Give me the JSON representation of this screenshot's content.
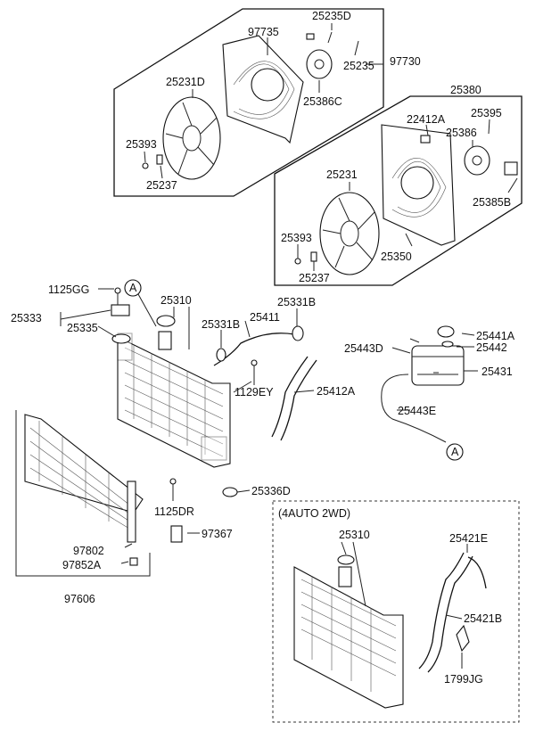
{
  "labels": {
    "p97735": "97735",
    "p25235D": "25235D",
    "p25235": "25235",
    "p97730": "97730",
    "p25231D": "25231D",
    "p25386C": "25386C",
    "p25393a": "25393",
    "p25237a": "25237",
    "p25380": "25380",
    "p22412A": "22412A",
    "p25395": "25395",
    "p25386": "25386",
    "p25231": "25231",
    "p25385B": "25385B",
    "p25393b": "25393",
    "p25350": "25350",
    "p25237b": "25237",
    "p1125GG": "1125GG",
    "p25310a": "25310",
    "p25331Ba": "25331B",
    "p25333": "25333",
    "p25335": "25335",
    "p25331Bb": "25331B",
    "p25411": "25411",
    "p25441A": "25441A",
    "p25443D": "25443D",
    "p25442": "25442",
    "p25431": "25431",
    "p1129EY": "1129EY",
    "p25412A": "25412A",
    "p25443E": "25443E",
    "p25336D": "25336D",
    "p1125DR": "1125DR",
    "p97367": "97367",
    "p97802": "97802",
    "p97852A": "97852A",
    "p97606": "97606",
    "p25310b": "25310",
    "p25421E": "25421E",
    "p25421B": "25421B",
    "p1799JG": "1799JG",
    "refA1": "A",
    "refA2": "A",
    "boxTitle": "(4AUTO 2WD)"
  }
}
